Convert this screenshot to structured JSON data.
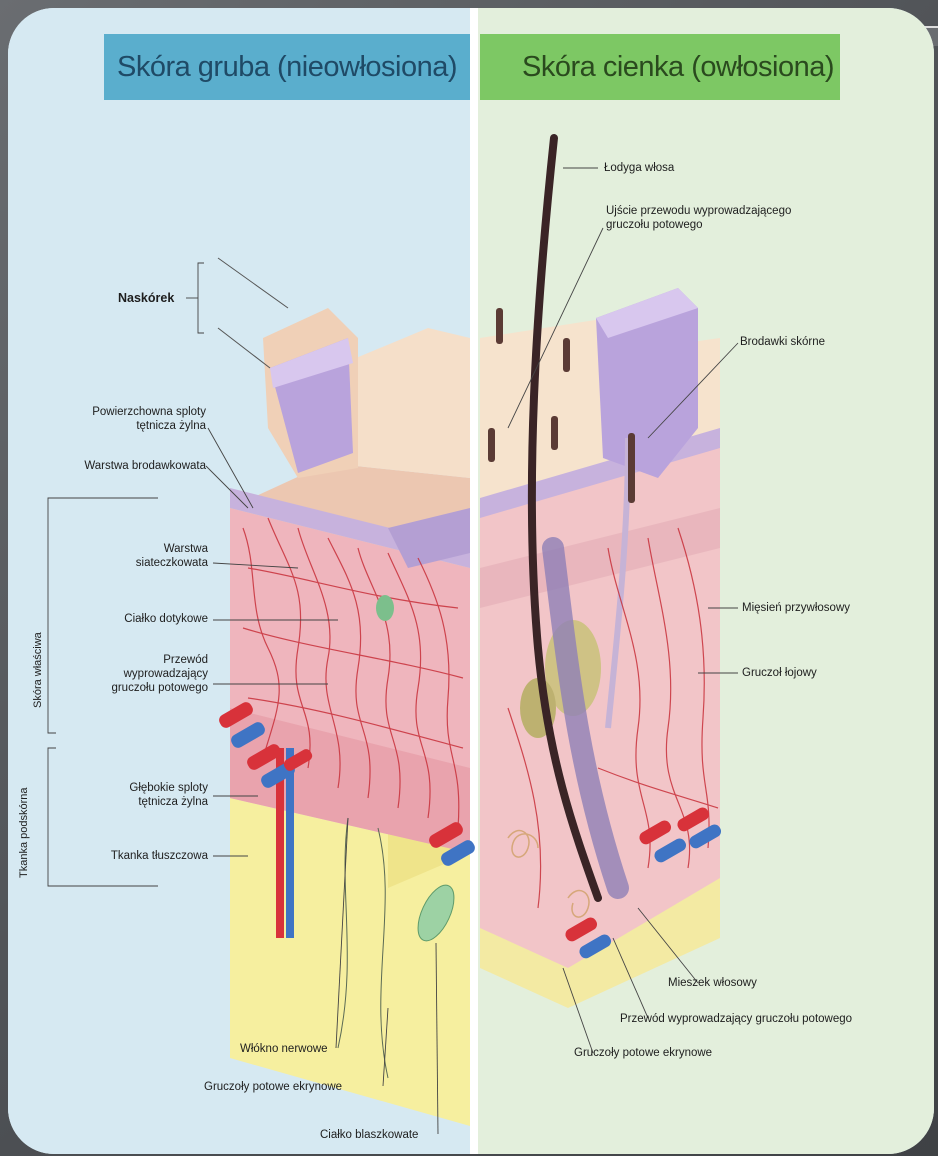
{
  "headers": {
    "left": "Skóra gruba (nieowłosiona)",
    "right": "Skóra cienka (owłosiona)"
  },
  "labels_left": {
    "naskorek": "Naskórek",
    "powierzchowna_1": "Powierzchowna sploty",
    "powierzchowna_2": "tętnicza żylna",
    "warstwa_brodawkowata": "Warstwa brodawkowata",
    "warstwa_siateczkowata_1": "Warstwa",
    "warstwa_siateczkowata_2": "siateczkowata",
    "cialko_dotykowe": "Ciałko dotykowe",
    "przewod_1": "Przewód",
    "przewod_2": "wyprowadzający",
    "przewod_3": "gruczołu potowego",
    "glebokie_1": "Głębokie sploty",
    "glebokie_2": "tętnicza żylna",
    "tkanka_tluszczowa": "Tkanka tłuszczowa",
    "wlokno_nerwowe": "Włókno nerwowe",
    "gruczoly_potowe_ekrynowe": "Gruczoły potowe ekrynowe",
    "cialko_blaszkowate": "Ciałko blaszkowate"
  },
  "side_labels": {
    "skora_wlasciwa": "Skóra właściwa",
    "tkanka_podskorna": "Tkanka podskórna"
  },
  "labels_right": {
    "lodyga_wlosa": "Łodyga włosa",
    "ujscie_1": "Ujście przewodu wyprowadzającego",
    "ujscie_2": "gruczołu potowego",
    "brodawki_skorne": "Brodawki skórne",
    "miesien_przywlosowy": "Mięsień przywłosowy",
    "gruczol_lojowy": "Gruczoł łojowy",
    "mieszek_wlosowy": "Mieszek włosowy",
    "przewod_gruczolu": "Przewód wyprowadzający gruczołu potowego",
    "gruczoly_potowe_ekrynowe": "Gruczoły potowe ekrynowe"
  },
  "colors": {
    "left_panel": "#d6e9f2",
    "right_panel": "#e3efdc",
    "left_header": "#5aaecd",
    "right_header": "#7dc864",
    "epidermis": "#f3dcc4",
    "stratum": "#b9a4d6",
    "dermis": "#eeb3bb",
    "hypodermis": "#f5ee9a",
    "artery": "#d8323a",
    "vein": "#3f74c4",
    "hair": "#3a2426"
  }
}
